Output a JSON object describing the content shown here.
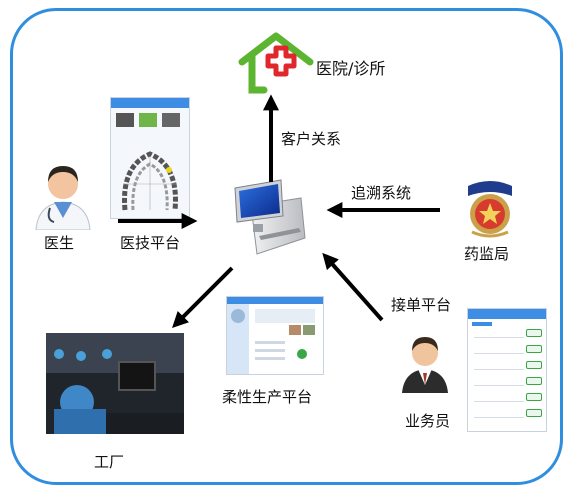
{
  "nodes": {
    "hospital": "医院/诊所",
    "doctor": "医生",
    "dental_platform": "医技平台",
    "drug_bureau": "药监局",
    "factory": "工厂",
    "flexible_platform": "柔性生产平台",
    "salesperson": "业务员"
  },
  "edges": {
    "customer_relation": "客户关系",
    "traceability": "追溯系统",
    "order_platform": "接单平台"
  },
  "colors": {
    "frame": "#2f8ee0",
    "hospital_green": "#5cb531",
    "hospital_red": "#e0272c",
    "arrow": "#000000"
  }
}
